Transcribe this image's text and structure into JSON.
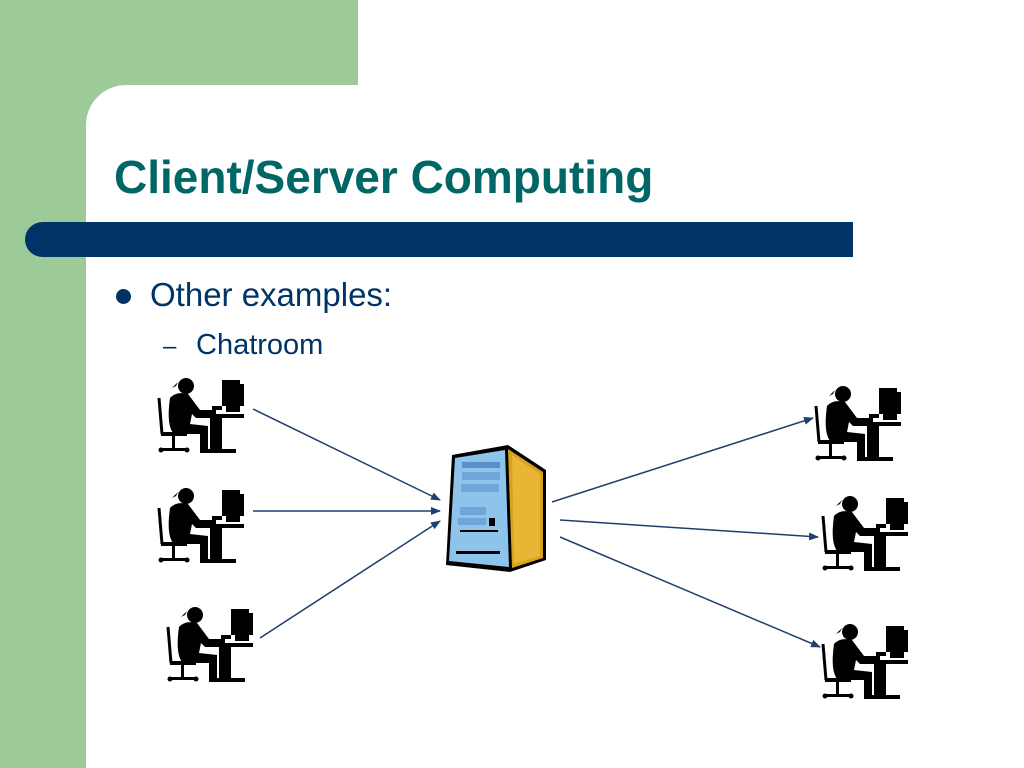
{
  "slide": {
    "title": "Client/Server Computing",
    "bullets": [
      {
        "text": "Other examples:",
        "sub_items": [
          {
            "marker": "–",
            "text": "Chatroom"
          }
        ]
      }
    ]
  },
  "diagram": {
    "server": {
      "icon": "server-tower-icon"
    },
    "clients_sending": [
      {
        "icon": "person-at-computer-icon",
        "role": "sender"
      },
      {
        "icon": "person-at-computer-icon",
        "role": "sender"
      },
      {
        "icon": "person-at-computer-icon",
        "role": "sender"
      }
    ],
    "clients_receiving": [
      {
        "icon": "person-at-computer-icon",
        "role": "receiver"
      },
      {
        "icon": "person-at-computer-icon",
        "role": "receiver"
      },
      {
        "icon": "person-at-computer-icon",
        "role": "receiver"
      }
    ],
    "arrow_color": "#1f3f6f"
  },
  "theme": {
    "green": "#9ccb99",
    "navy": "#003366",
    "teal": "#006666"
  }
}
